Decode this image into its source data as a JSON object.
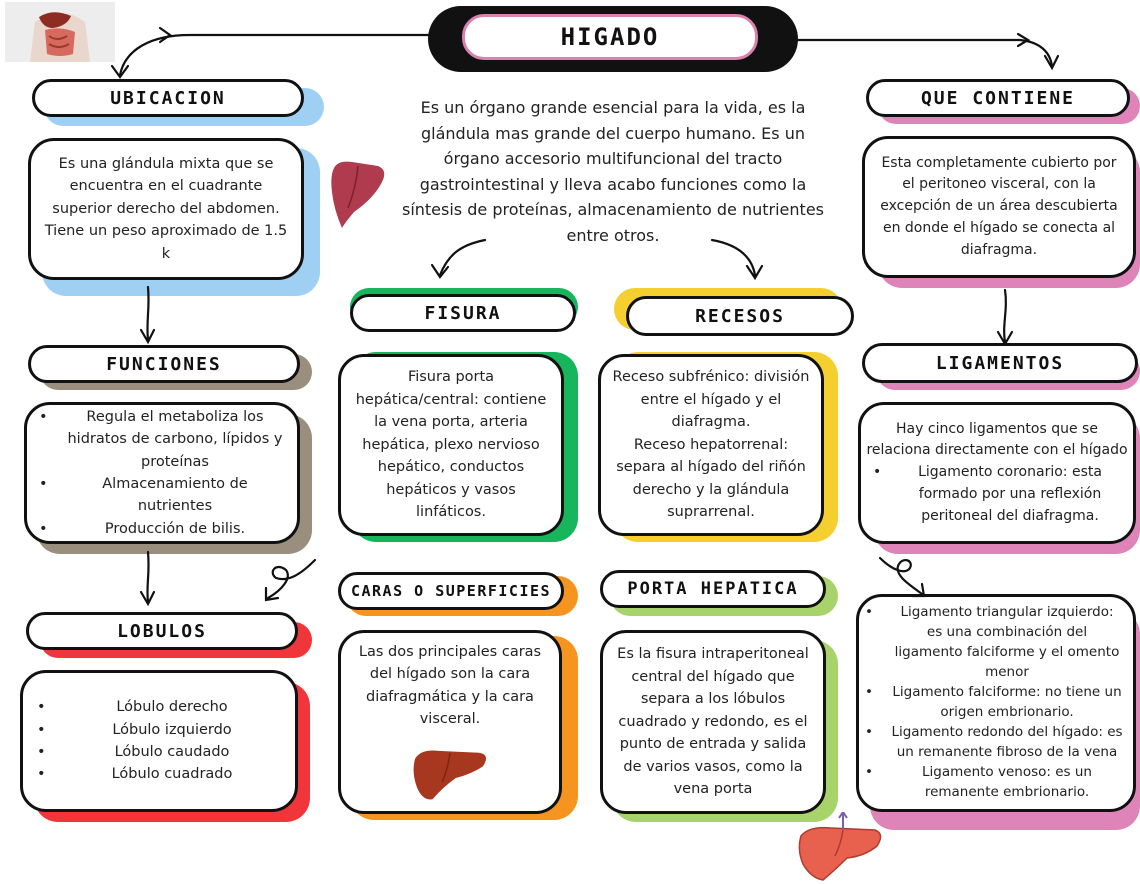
{
  "title": "HIGADO",
  "intro": "Es un órgano grande esencial para la vida, es la glándula mas grande del cuerpo humano. Es un órgano accesorio multifuncional del tracto gastrointestinal y lleva acabo funciones como la síntesis de proteínas, almacenamiento de nutrientes entre otros.",
  "ubicacion": {
    "label": "UBICACION",
    "text": "Es una glándula mixta que se encuentra en el cuadrante superior derecho del abdomen.",
    "text2": "Tiene un peso aproximado de 1.5 k"
  },
  "funciones": {
    "label": "FUNCIONES",
    "items": [
      "Regula el metaboliza los hidratos de carbono, lípidos y proteínas",
      "Almacenamiento de nutrientes",
      "Producción de bilis."
    ]
  },
  "lobulos": {
    "label": "LOBULOS",
    "items": [
      "Lóbulo derecho",
      "Lóbulo izquierdo",
      "Lóbulo caudado",
      "Lóbulo cuadrado"
    ]
  },
  "fisura": {
    "label": "FISURA",
    "text": "Fisura porta hepática/central: contiene la vena porta, arteria hepática, plexo nervioso hepático, conductos hepáticos y vasos linfáticos."
  },
  "recesos": {
    "label": "RECESOS",
    "text1": "Receso subfrénico: división entre el hígado y el diafragma.",
    "text2": "Receso hepatorrenal: separa al hígado del riñón derecho y la glándula suprarrenal."
  },
  "caras": {
    "label": "CARAS O SUPERFICIES",
    "text": "Las dos principales caras del hígado son la cara diafragmática y la cara visceral."
  },
  "porta": {
    "label": "PORTA HEPATICA",
    "text": "Es la fisura intraperitoneal central del hígado que separa a los lóbulos cuadrado y redondo, es el punto de entrada y salida de varios vasos, como la vena porta"
  },
  "que_contiene": {
    "label": "QUE CONTIENE",
    "text": "Esta completamente cubierto por el peritoneo visceral, con la excepción de un área descubierta en donde el hígado se conecta al diafragma."
  },
  "ligamentos": {
    "label": "LIGAMENTOS",
    "intro": "Hay cinco ligamentos que se relaciona directamente con el hígado",
    "item1": "Ligamento coronario: esta formado por una reflexión peritoneal del diafragma.",
    "items2": [
      "Ligamento triangular izquierdo: es una combinación del ligamento falciforme y el omento menor",
      "Ligamento falciforme: no tiene un origen embrionario.",
      "Ligamento redondo del hígado: es un remanente fibroso de la vena",
      "Ligamento venoso: es un remanente embrionario."
    ]
  },
  "colors": {
    "blue": "#9fd0f4",
    "taupe": "#9a8f7f",
    "red": "#f0353b",
    "green": "#17b55c",
    "yellow": "#f4cf2f",
    "orange": "#f5941f",
    "lime": "#a8d36a",
    "pink": "#df84b8",
    "liver": "#b03a4e"
  }
}
